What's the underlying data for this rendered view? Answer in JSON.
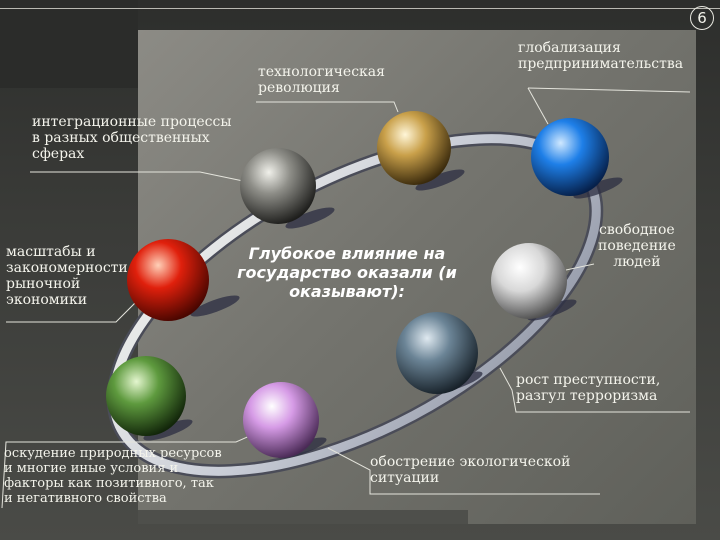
{
  "slide_number": "6",
  "center_text": "Глубокое влияние на\nгосударство оказали (и\nоказывают):",
  "labels": [
    {
      "id": "tech",
      "text": "технологическая\nреволюция"
    },
    {
      "id": "global",
      "text": "глобализация\nпредпринимательства"
    },
    {
      "id": "integr",
      "text": "интеграционные процессы\nв разных общественных\nсферах"
    },
    {
      "id": "market",
      "text": "масштабы и\nзакономерности\nрыночной\nэкономики"
    },
    {
      "id": "free",
      "text": "свободное\nповедение\nлюдей"
    },
    {
      "id": "crime",
      "text": "рост преступности,\nразгул терроризма"
    },
    {
      "id": "resources",
      "text": "оскудение природных ресурсов\nи многие иные условия и\nфакторы как позитивного, так\nи негативного свойства"
    },
    {
      "id": "eco",
      "text": "обострение экологической\nситуации"
    }
  ],
  "spheres": [
    {
      "name": "sphere-tech",
      "color": "#c9a04a"
    },
    {
      "name": "sphere-global",
      "color": "#1e7fe8"
    },
    {
      "name": "sphere-integr",
      "color": "#8e8e88"
    },
    {
      "name": "sphere-market",
      "color": "#e0200c"
    },
    {
      "name": "sphere-free",
      "color": "#d8d8d8"
    },
    {
      "name": "sphere-crime",
      "color": "#6b8496"
    },
    {
      "name": "sphere-resources",
      "color": "#5e9a3e"
    },
    {
      "name": "sphere-eco",
      "color": "#d69be6"
    }
  ]
}
